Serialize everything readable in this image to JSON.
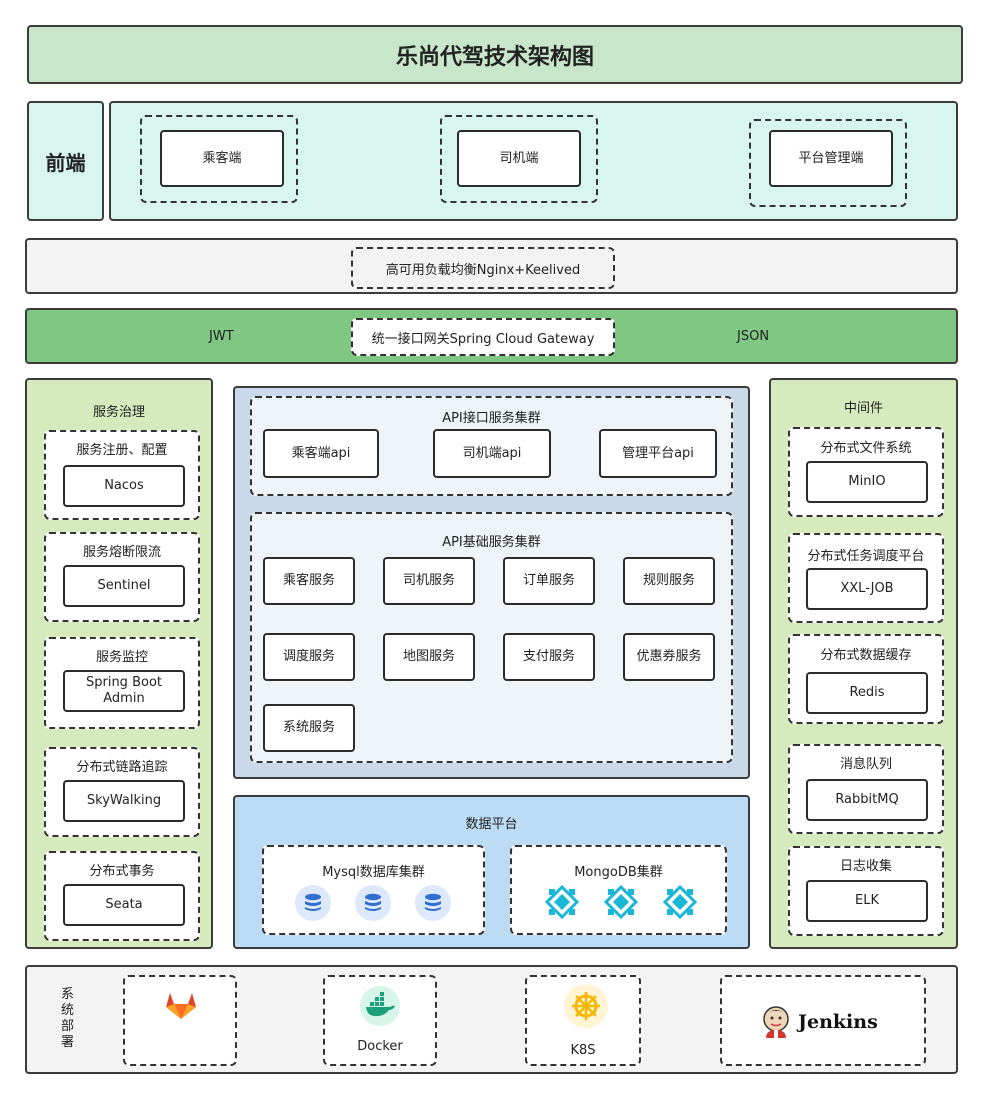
{
  "title": "乐尚代驾技术架构图",
  "frontend": {
    "label": "前端",
    "clients": [
      "乘客端",
      "司机端",
      "平台管理端"
    ]
  },
  "load_balancer": "高可用负载均衡Nginx+Keelived",
  "gateway": {
    "left": "JWT",
    "center": "统一接口网关Spring Cloud Gateway",
    "right": "JSON"
  },
  "governance": {
    "title": "服务治理",
    "groups": [
      {
        "title": "服务注册、配置",
        "item": "Nacos"
      },
      {
        "title": "服务熔断限流",
        "item": "Sentinel"
      },
      {
        "title": "服务监控",
        "item": "Spring Boot\nAdmin"
      },
      {
        "title": "分布式链路追踪",
        "item": "SkyWalking"
      },
      {
        "title": "分布式事务",
        "item": "Seata"
      }
    ]
  },
  "api_cluster": {
    "title": "API接口服务集群",
    "items": [
      "乘客端api",
      "司机端api",
      "管理平台api"
    ]
  },
  "base_cluster": {
    "title": "API基础服务集群",
    "items": [
      "乘客服务",
      "司机服务",
      "订单服务",
      "规则服务",
      "调度服务",
      "地图服务",
      "支付服务",
      "优惠券服务",
      "系统服务"
    ]
  },
  "data_platform": {
    "title": "数据平台",
    "mysql": "Mysql数据库集群",
    "mongo": "MongoDB集群"
  },
  "middleware": {
    "title": "中间件",
    "groups": [
      {
        "title": "分布式文件系统",
        "item": "MinIO"
      },
      {
        "title": "分布式任务调度平台",
        "item": "XXL-JOB"
      },
      {
        "title": "分布式数据缓存",
        "item": "Redis"
      },
      {
        "title": "消息队列",
        "item": "RabbitMQ"
      },
      {
        "title": "日志收集",
        "item": "ELK"
      }
    ]
  },
  "deploy": {
    "label": "系统部署",
    "tools": [
      "Docker",
      "K8S",
      "Jenkins"
    ],
    "icons": [
      "gitlab-icon",
      "docker-icon",
      "helm-wheel-icon",
      "jenkins-icon"
    ]
  },
  "colors": {
    "title_bg": "#c8e6c9",
    "frontend_bg": "#d8f5ee",
    "lb_bg": "#f3f3f3",
    "gateway_bg": "#80c783",
    "side_bg": "#d6ebbd",
    "cluster_bg": "#c9d9ea",
    "inner_bg": "#eef4f7",
    "data_bg": "#bcdcf6",
    "mongo_icon": "#1ab8d6"
  }
}
